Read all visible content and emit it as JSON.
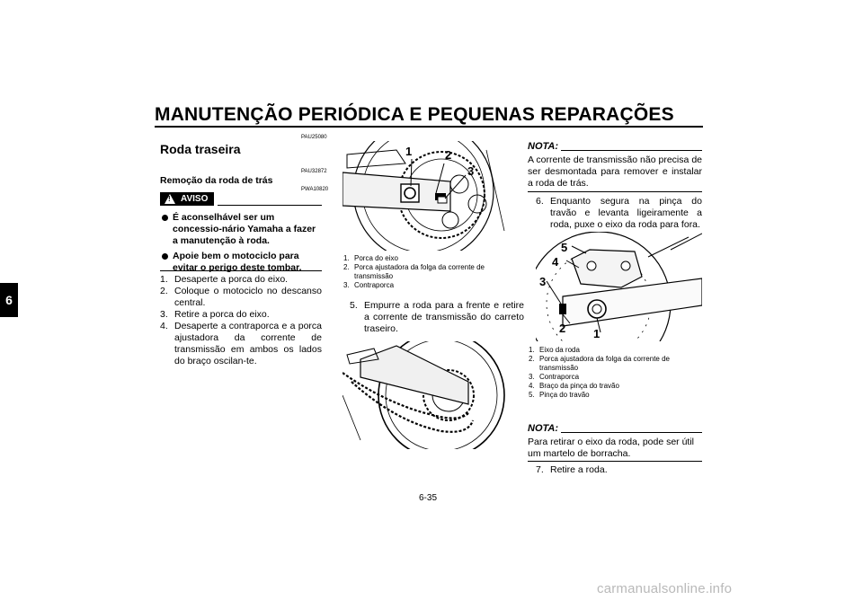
{
  "header": {
    "title": "MANUTENÇÃO PERIÓDICA E PEQUENAS REPARAÇÕES",
    "chapter_tab": "6"
  },
  "left": {
    "code1": "PAU25080",
    "heading": "Roda traseira",
    "code2": "PAU32872",
    "subheading": "Remoção da roda de trás",
    "code3": "PWA10820",
    "warning_label": "AVISO",
    "warning_bullets": [
      "É aconselhável ser um concessio-nário Yamaha a fazer a manutenção à roda.",
      "Apoie bem o motociclo para evitar o perigo deste tombar."
    ],
    "steps": [
      {
        "num": "1.",
        "text": "Desaperte a porca do eixo."
      },
      {
        "num": "2.",
        "text": "Coloque o motociclo no descanso central."
      },
      {
        "num": "3.",
        "text": "Retire a porca do eixo."
      },
      {
        "num": "4.",
        "text": "Desaperte a contraporca e a porca ajustadora da corrente de transmissão em ambos os lados do braço oscilan-te."
      }
    ]
  },
  "middle": {
    "fig1_callouts": [
      "1",
      "2",
      "3"
    ],
    "fig1_captions": [
      {
        "num": "1.",
        "text": "Porca do eixo"
      },
      {
        "num": "2.",
        "text": "Porca ajustadora da folga da corrente de transmissão"
      },
      {
        "num": "3.",
        "text": "Contraporca"
      }
    ],
    "step5": {
      "num": "5.",
      "text": "Empurre a roda para a frente e retire a corrente de transmissão do carreto traseiro."
    }
  },
  "right": {
    "nota1_label": "NOTA:",
    "nota1_text": "A corrente de transmissão não precisa de ser desmontada para remover e instalar a roda de trás.",
    "step6": {
      "num": "6.",
      "text": "Enquanto segura na pinça do travão e levanta ligeiramente a roda, puxe o eixo da roda para fora."
    },
    "fig3_callouts": [
      "5",
      "4",
      "3",
      "2",
      "1"
    ],
    "fig3_captions": [
      {
        "num": "1.",
        "text": "Eixo da roda"
      },
      {
        "num": "2.",
        "text": "Porca ajustadora da folga da corrente de transmissão"
      },
      {
        "num": "3.",
        "text": "Contraporca"
      },
      {
        "num": "4.",
        "text": "Braço da pinça do travão"
      },
      {
        "num": "5.",
        "text": "Pinça do travão"
      }
    ],
    "nota2_label": "NOTA:",
    "nota2_text": "Para retirar o eixo da roda, pode ser útil um martelo de borracha.",
    "step7": {
      "num": "7.",
      "text": "Retire a roda."
    }
  },
  "footer": {
    "page_number": "6-35",
    "watermark": "carmanualsonline.info"
  }
}
